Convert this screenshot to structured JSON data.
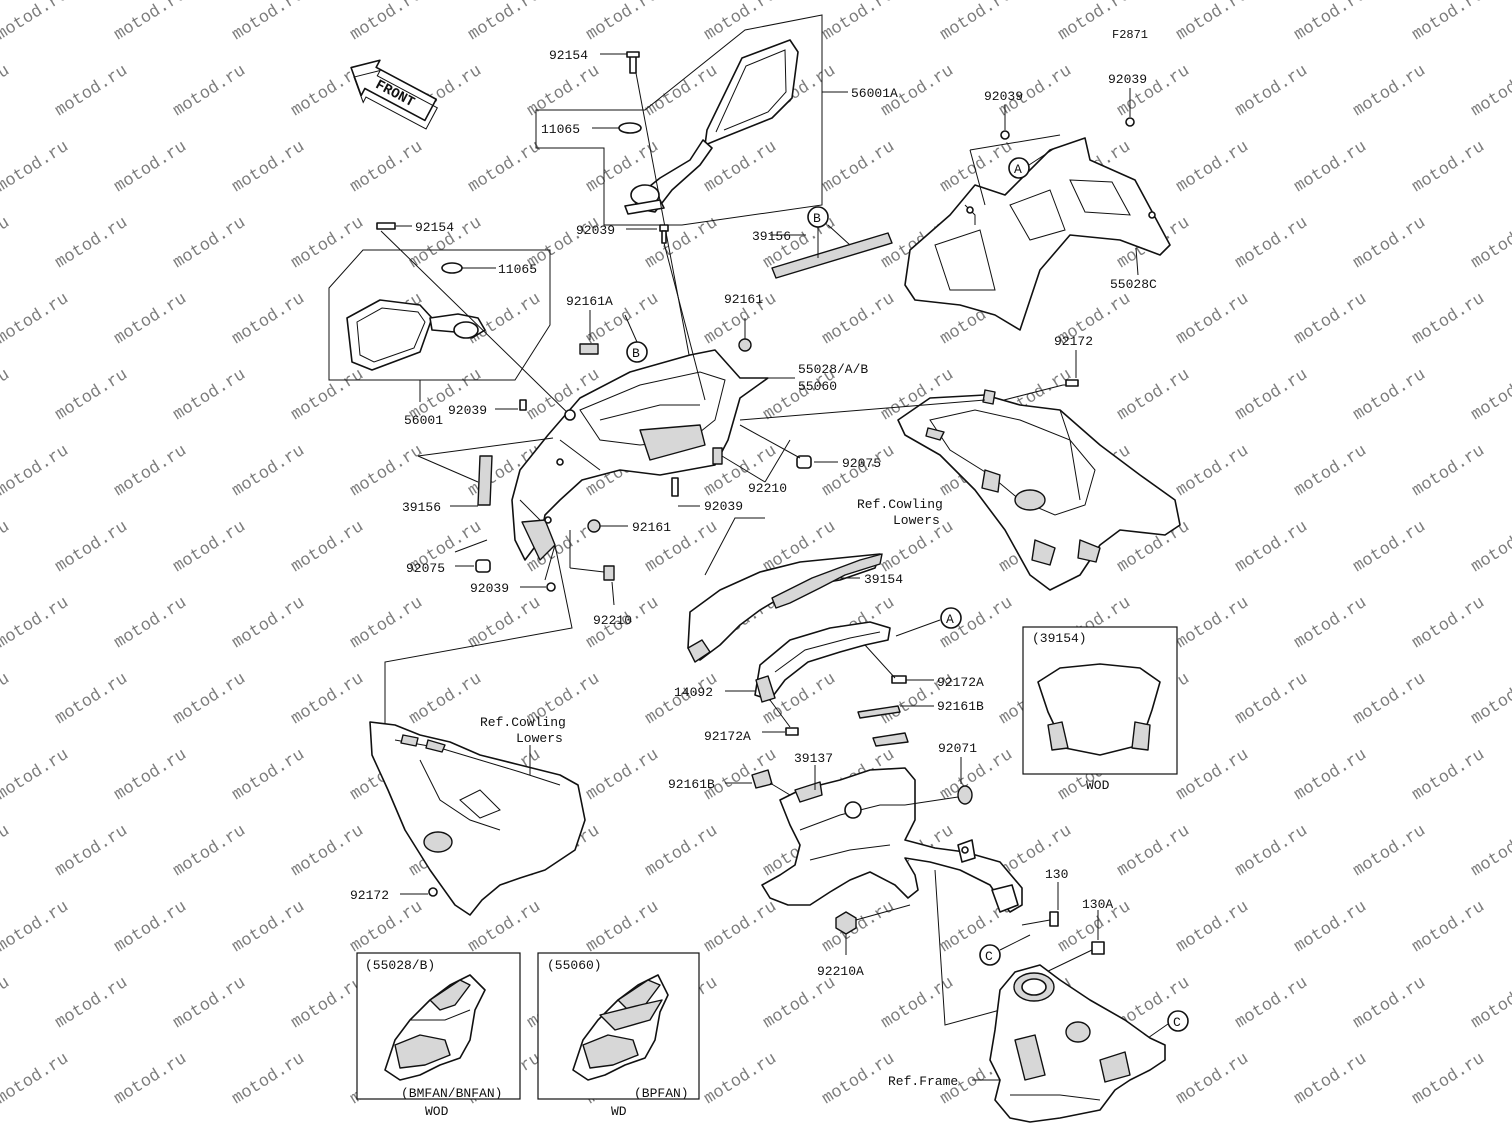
{
  "figure_code": "F2871",
  "watermark": "motod.ru",
  "front_arrow": "FRONT",
  "parts": {
    "p92154_top": "92154",
    "p56001A": "56001A",
    "p11065_top": "11065",
    "p92039_tr1": "92039",
    "p92039_tr2": "92039",
    "p39156_right": "39156",
    "p92154_left": "92154",
    "p11065_left": "11065",
    "p92039_mid": "92039",
    "p92161A": "92161A",
    "p92161_mid": "92161",
    "p55028C": "55028C",
    "p55028AB": "55028/A/B",
    "p55060": "55060",
    "p92172_right": "92172",
    "p56001": "56001",
    "p92039_left": "92039",
    "p92075_right": "92075",
    "p92210_mid": "92210",
    "p39156_left": "39156",
    "p92039_center": "92039",
    "p92161_lower": "92161",
    "p92075_left": "92075",
    "p92039_bottom": "92039",
    "p92210_left": "92210",
    "p39154": "39154",
    "p14092": "14092",
    "p92172A_right": "92172A",
    "p92161B_right": "92161B",
    "p92172A_left": "92172A",
    "p39137": "39137",
    "p92071": "92071",
    "p92161B_left": "92161B",
    "p92172_lower": "92172",
    "p130": "130",
    "p130A": "130A",
    "p92210A": "92210A"
  },
  "refs": {
    "cowling_right_1": "Ref.Cowling",
    "cowling_right_2": "Lowers",
    "cowling_left_1": "Ref.Cowling",
    "cowling_left_2": "Lowers",
    "frame": "Ref.Frame"
  },
  "callouts": {
    "A": "A",
    "B": "B",
    "C": "C"
  },
  "insets": {
    "wod_39154": {
      "header": "(39154)",
      "footer": "WOD"
    },
    "bmfan": {
      "header": "(55028/B)",
      "variant": "(BMFAN/BNFAN)",
      "footer": "WOD"
    },
    "bpfan": {
      "header": "(55060)",
      "variant": "(BPFAN)",
      "footer": "WD"
    }
  }
}
